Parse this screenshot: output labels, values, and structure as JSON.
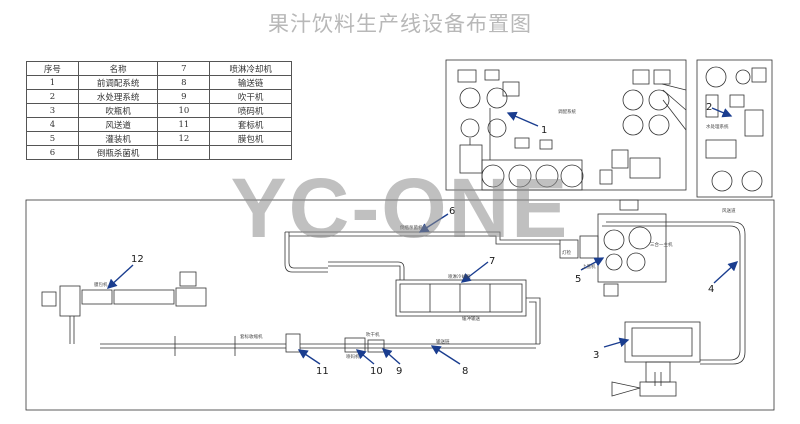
{
  "title": "果汁饮料生产线设备布置图",
  "watermark": "YC-ONE",
  "legend": {
    "headers": [
      "序号",
      "名称",
      "7",
      "喷淋冷却机"
    ],
    "rows": [
      [
        "1",
        "前调配系统",
        "8",
        "输送链"
      ],
      [
        "2",
        "水处理系统",
        "9",
        "吹干机"
      ],
      [
        "3",
        "吹瓶机",
        "10",
        "喷码机"
      ],
      [
        "4",
        "风送道",
        "11",
        "套标机"
      ],
      [
        "5",
        "灌装机",
        "12",
        "膜包机"
      ],
      [
        "6",
        "倒瓶杀菌机",
        "",
        ""
      ]
    ]
  },
  "labels": {
    "blending_room": "调配系统",
    "water_treatment": "水处理系统",
    "sterilizer_line": "倒瓶杀菌机",
    "air_conveyor": "风送道",
    "monoblock": "三合一主机",
    "cap_loader": "上盖机",
    "light_inspect": "灯检",
    "cooling_tunnel": "喷淋冷却机",
    "chain_conveyor": "输送链",
    "dryer": "吹干机",
    "coder": "喷码机",
    "shrink_sleeve": "套标收缩机",
    "packer": "膜包机",
    "cond_conveyor": "缓冲输送"
  },
  "callouts": [
    "1",
    "2",
    "3",
    "4",
    "5",
    "6",
    "7",
    "8",
    "9",
    "10",
    "11",
    "12"
  ],
  "colors": {
    "line": "#333333",
    "callout_arrow": "#1a3d8f",
    "watermark": "#8c8c8c",
    "title": "#b8b8b8"
  }
}
